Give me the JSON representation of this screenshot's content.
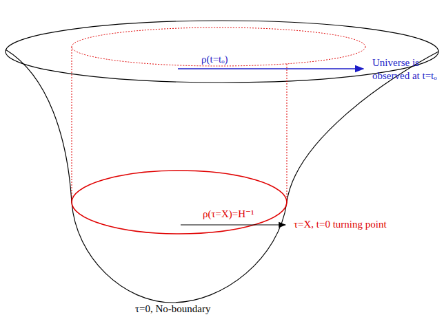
{
  "diagram": {
    "labels": [
      "ρ(t=tₒ)",
      "Universe is observed at t=tₒ",
      "ρ(τ=X)=H⁻¹",
      "τ=X, t=0 turning point",
      "τ=0, No-boundary"
    ]
  }
}
